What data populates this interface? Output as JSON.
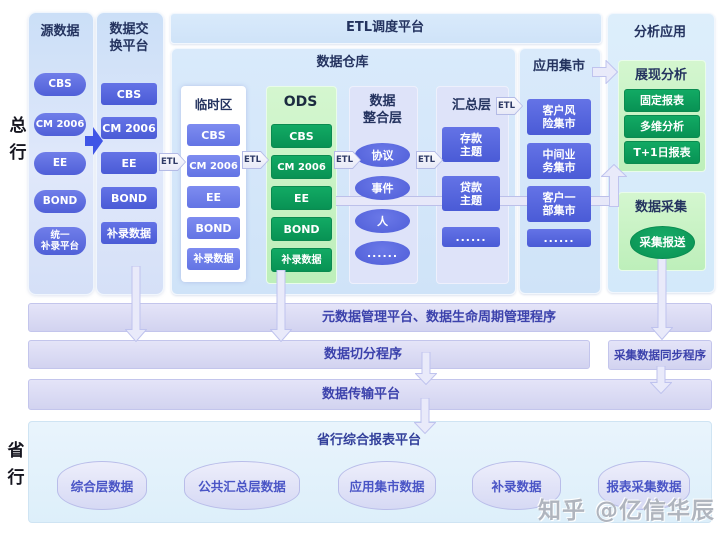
{
  "labels": {
    "head_office": "总行",
    "province_office": "省行",
    "etl": "ETL",
    "watermark": "知乎 @亿信华辰"
  },
  "source_column": {
    "title": "源数据",
    "items": [
      "CBS",
      "CM 2006",
      "EE",
      "BOND",
      "统一\n补录平台"
    ]
  },
  "exchange_column": {
    "title": "数据交\n换平台",
    "items": [
      "CBS",
      "CM 2006",
      "EE",
      "BOND",
      "补录数据"
    ]
  },
  "etl_platform": {
    "title": "ETL调度平台"
  },
  "warehouse": {
    "title": "数据仓库",
    "staging": {
      "title": "临时区",
      "items": [
        "CBS",
        "CM 2006",
        "EE",
        "BOND",
        "补录数据"
      ]
    },
    "ods": {
      "title": "ODS",
      "items": [
        "CBS",
        "CM 2006",
        "EE",
        "BOND",
        "补录数据"
      ]
    },
    "integration": {
      "title": "数据\n整合层",
      "items": [
        "协议",
        "事件",
        "人",
        "......"
      ]
    },
    "summary": {
      "title": "汇总层",
      "items": [
        "存款\n主题",
        "贷款\n主题",
        "......"
      ]
    }
  },
  "app_mart": {
    "title": "应用集市",
    "items": [
      "客户风\n险集市",
      "中间业\n务集市",
      "客户一\n部集市",
      "......"
    ]
  },
  "analysis": {
    "title": "分析应用",
    "presentation": {
      "title": "展现分析",
      "items": [
        "固定报表",
        "多维分析",
        "T+1日报表"
      ]
    },
    "collection": {
      "title": "数据采集",
      "item": "采集报送"
    }
  },
  "bars": {
    "metadata": "元数据管理平台、数据生命周期管理程序",
    "split": "数据切分程序",
    "sync": "采集数据同步程序",
    "transfer": "数据传输平台",
    "province_title": "省行综合报表平台"
  },
  "province": {
    "items": [
      "综合层数据",
      "公共汇总层数据",
      "应用集市数据",
      "补录数据",
      "报表采集数据"
    ]
  },
  "colors": {
    "blue_button": "#5766df",
    "light_blue_button": "#7583ec",
    "green_button": "#0aa25c",
    "panel_blue": "#d5e7fa",
    "panel_green": "#c8f2c6",
    "panel_lavender": "#dee3f9",
    "bar_lavender": "#dcdcf4",
    "accent_arrow_blue": "#3f55e6",
    "header_text": "#24335f",
    "bar_text": "#3c42ac",
    "cylinder_text": "#4a55c6"
  }
}
